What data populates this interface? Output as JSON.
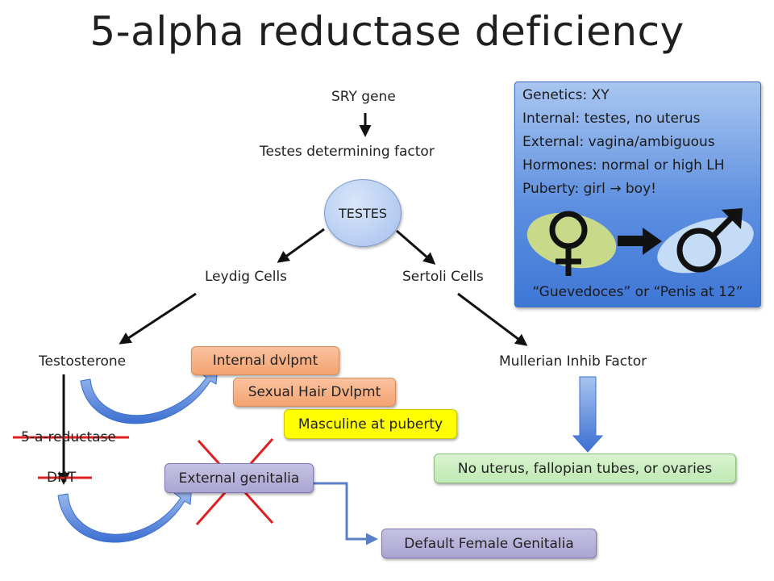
{
  "title": "5-alpha reductase deficiency",
  "nodes": {
    "sry_gene": "SRY gene",
    "tdf": "Testes determining factor",
    "testes": "TESTES",
    "leydig": "Leydig Cells",
    "sertoli": "Sertoli Cells",
    "testosterone": "Testosterone",
    "mif": "Mullerian Inhib Factor",
    "reductase": "5-a-reductase",
    "dht": "DHT"
  },
  "boxes": {
    "internal": "Internal dvlpmt",
    "hair": "Sexual Hair Dvlpmt",
    "masculine": "Masculine at puberty",
    "external": "External genitalia",
    "no_uterus": "No uterus, fallopian tubes, or ovaries",
    "default_female": "Default Female Genitalia"
  },
  "info": {
    "genetics": "Genetics: XY",
    "internal": "Internal: testes, no uterus",
    "external": "External: vagina/ambiguous",
    "hormones": "Hormones: normal or high LH",
    "puberty_prefix": "Puberty: girl",
    "puberty_arrow": "→",
    "puberty_suffix": "boy!",
    "quote": "“Guevedoces” or “Penis at 12”"
  },
  "colors": {
    "strike": "#e02020",
    "elbow_connector": "#5b7fc4",
    "curved_arrow": "#3a6fd0"
  },
  "icons": [
    "venus-symbol-icon",
    "arrow-right-icon",
    "mars-symbol-icon"
  ]
}
